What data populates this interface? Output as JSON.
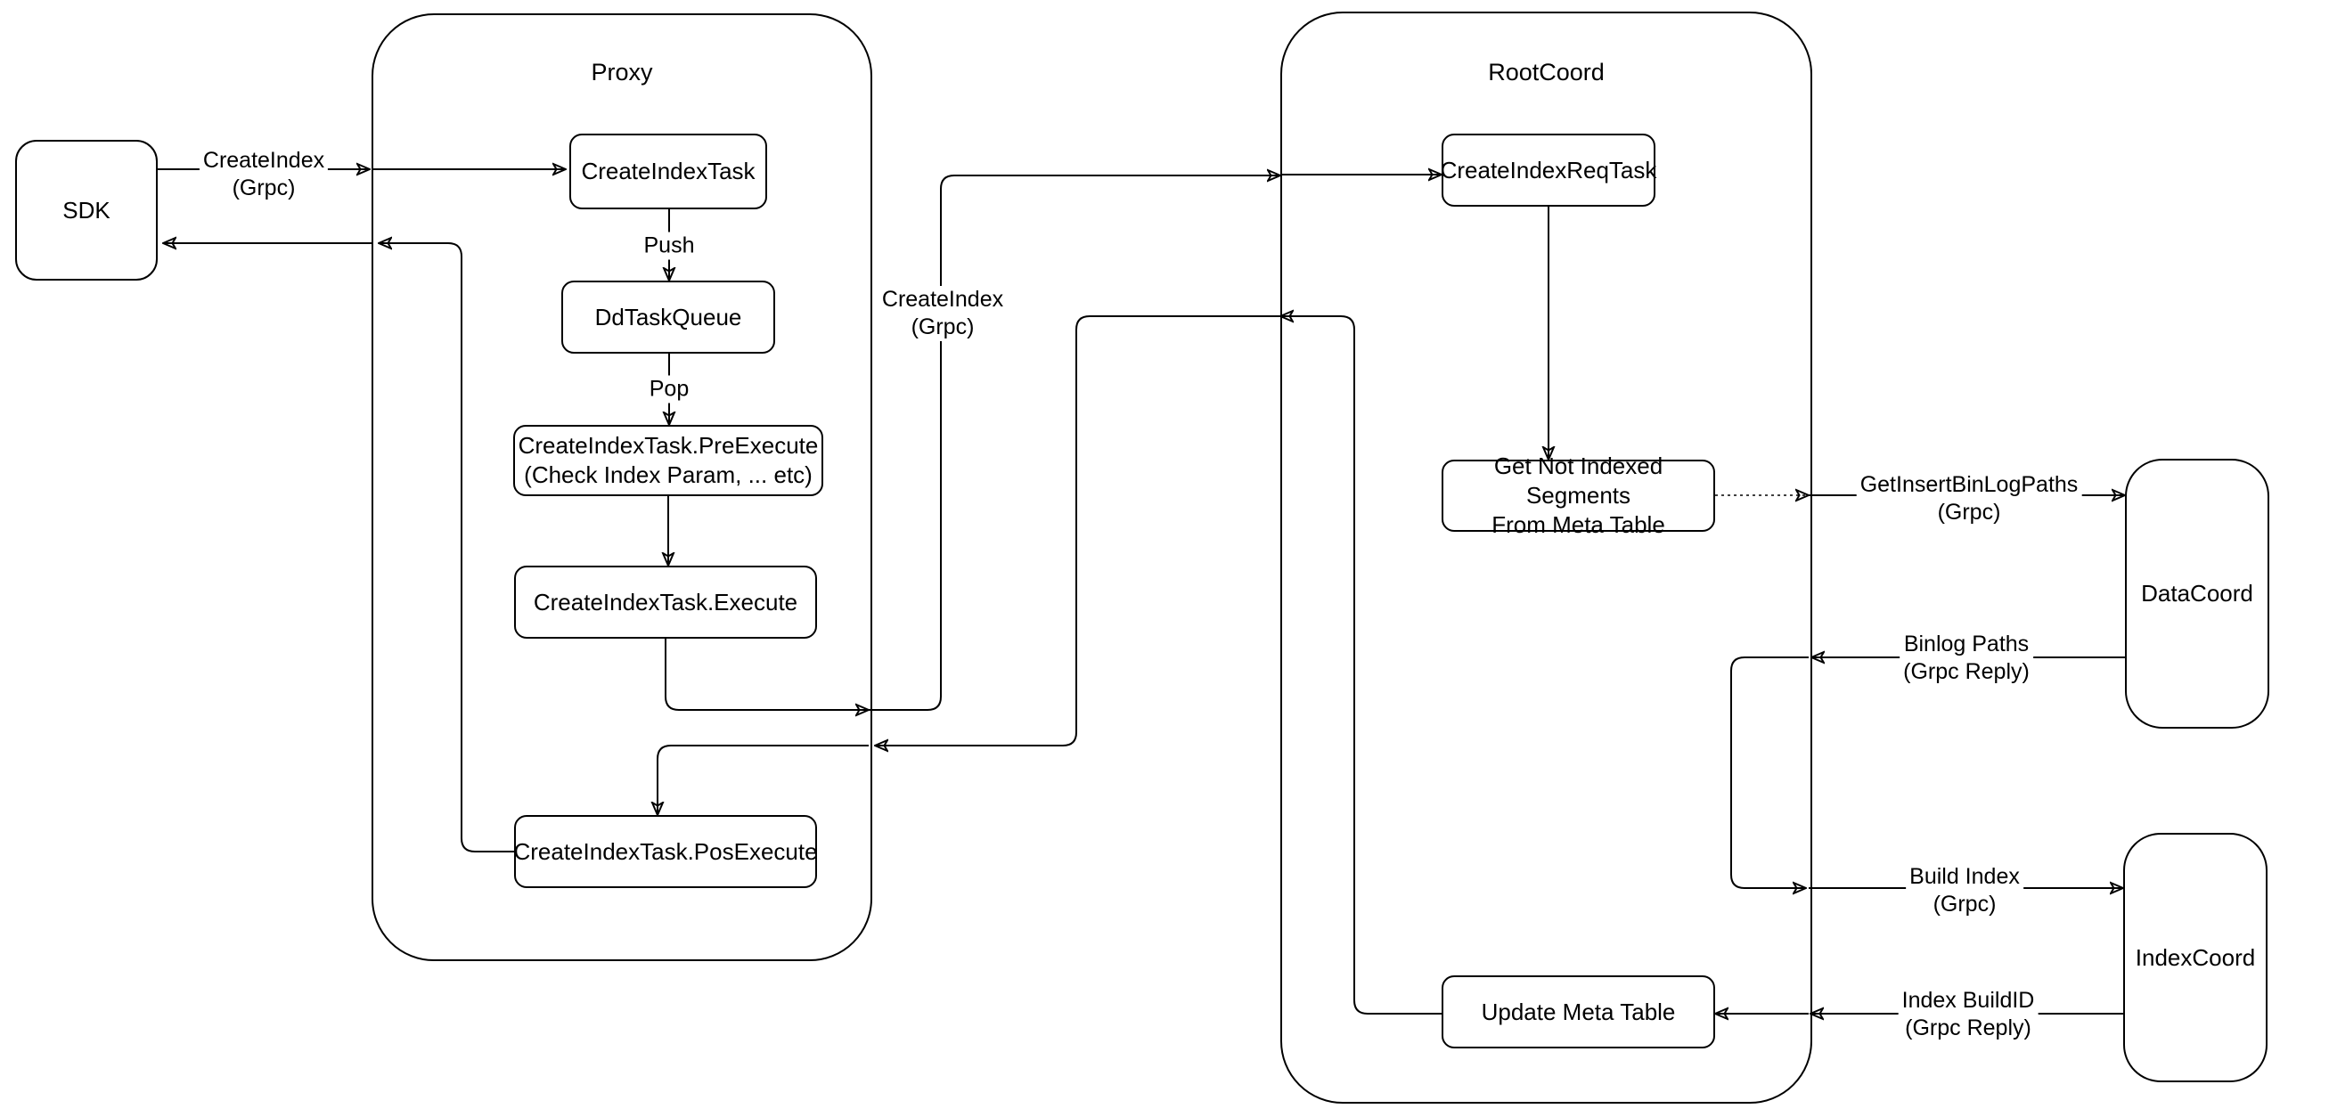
{
  "diagram": {
    "colors": {
      "background": "#ffffff",
      "line": "#000000",
      "node_fill": "#ffffff"
    },
    "containers": {
      "proxy": {
        "label": "Proxy"
      },
      "rootcoord": {
        "label": "RootCoord"
      }
    },
    "nodes": {
      "sdk": {
        "label": "SDK"
      },
      "create_index_task": {
        "label": "CreateIndexTask"
      },
      "dd_task_queue": {
        "label": "DdTaskQueue"
      },
      "pre_execute": {
        "line1": "CreateIndexTask.PreExecute",
        "line2": "(Check Index Param, ... etc)"
      },
      "execute": {
        "label": "CreateIndexTask.Execute"
      },
      "pos_execute": {
        "label": "CreateIndexTask.PosExecute"
      },
      "create_index_req_task": {
        "label": "CreateIndexReqTask"
      },
      "get_not_indexed": {
        "line1": "Get Not Indexed Segments",
        "line2": "From Meta Table"
      },
      "update_meta_table": {
        "label": "Update Meta Table"
      },
      "datacoord": {
        "label": "DataCoord"
      },
      "indexcoord": {
        "label": "IndexCoord"
      }
    },
    "edge_labels": {
      "sdk_create_index": {
        "line1": "CreateIndex",
        "line2": "(Grpc)"
      },
      "push": {
        "label": "Push"
      },
      "pop": {
        "label": "Pop"
      },
      "proxy_create_index": {
        "line1": "CreateIndex",
        "line2": "(Grpc)"
      },
      "get_insert_binlog_paths": {
        "line1": "GetInsertBinLogPaths",
        "line2": "(Grpc)"
      },
      "binlog_paths": {
        "line1": "Binlog Paths",
        "line2": "(Grpc Reply)"
      },
      "build_index": {
        "line1": "Build Index",
        "line2": "(Grpc)"
      },
      "index_buildid": {
        "line1": "Index BuildID",
        "line2": "(Grpc Reply)"
      }
    }
  }
}
